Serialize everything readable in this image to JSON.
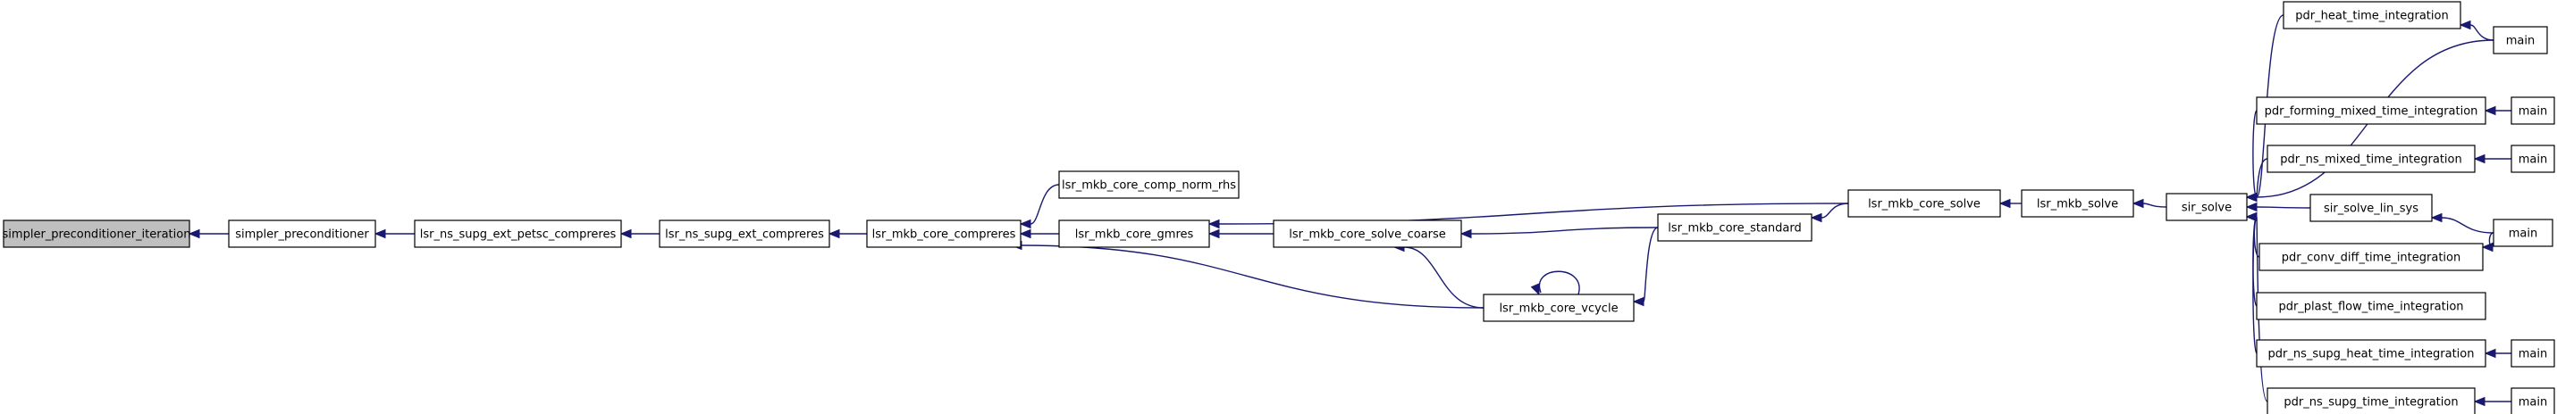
{
  "graph": {
    "nodes": [
      {
        "id": "spi",
        "label": "simpler_preconditioner_iteration",
        "root": true
      },
      {
        "id": "sp",
        "label": "simpler_preconditioner"
      },
      {
        "id": "lnsep",
        "label": "lsr_ns_supg_ext_petsc_compreres"
      },
      {
        "id": "lnse",
        "label": "lsr_ns_supg_ext_compreres"
      },
      {
        "id": "lmcc",
        "label": "lsr_mkb_core_compreres"
      },
      {
        "id": "lmcn",
        "label": "lsr_mkb_core_comp_norm_rhs"
      },
      {
        "id": "lmcg",
        "label": "lsr_mkb_core_gmres"
      },
      {
        "id": "lmcsc",
        "label": "lsr_mkb_core_solve_coarse"
      },
      {
        "id": "lmcv",
        "label": "lsr_mkb_core_vcycle"
      },
      {
        "id": "lmcst",
        "label": "lsr_mkb_core_standard"
      },
      {
        "id": "lmcso",
        "label": "lsr_mkb_core_solve"
      },
      {
        "id": "lms",
        "label": "lsr_mkb_solve"
      },
      {
        "id": "sirs",
        "label": "sir_solve"
      },
      {
        "id": "phti",
        "label": "pdr_heat_time_integration"
      },
      {
        "id": "pfmti",
        "label": "pdr_forming_mixed_time_integration"
      },
      {
        "id": "pnmti",
        "label": "pdr_ns_mixed_time_integration"
      },
      {
        "id": "ssls",
        "label": "sir_solve_lin_sys"
      },
      {
        "id": "pcdti",
        "label": "pdr_conv_diff_time_integration"
      },
      {
        "id": "pnshti",
        "label": "pdr_ns_supg_heat_time_integration"
      },
      {
        "id": "ppfti",
        "label": "pdr_plast_flow_time_integration"
      },
      {
        "id": "pnsti",
        "label": "pdr_ns_supg_time_integration"
      },
      {
        "id": "m1",
        "label": "main"
      },
      {
        "id": "m2",
        "label": "main"
      },
      {
        "id": "m3",
        "label": "main"
      },
      {
        "id": "m4",
        "label": "main"
      },
      {
        "id": "m5",
        "label": "main"
      },
      {
        "id": "m6",
        "label": "main"
      }
    ],
    "edges": [
      {
        "from": "sp",
        "to": "spi"
      },
      {
        "from": "lnsep",
        "to": "sp"
      },
      {
        "from": "lnse",
        "to": "lnsep"
      },
      {
        "from": "lmcc",
        "to": "lnse"
      },
      {
        "from": "lmcn",
        "to": "lmcc"
      },
      {
        "from": "lmcg",
        "to": "lmcc"
      },
      {
        "from": "lmcv",
        "to": "lmcc"
      },
      {
        "from": "lmcso",
        "to": "lmcg"
      },
      {
        "from": "lmcsc",
        "to": "lmcg"
      },
      {
        "from": "lmcst",
        "to": "lmcsc"
      },
      {
        "from": "lmcv",
        "to": "lmcsc"
      },
      {
        "from": "lmcv",
        "to": "lmcv"
      },
      {
        "from": "lmcst",
        "to": "lmcv"
      },
      {
        "from": "lmcso",
        "to": "lmcst"
      },
      {
        "from": "lms",
        "to": "lmcso"
      },
      {
        "from": "sirs",
        "to": "lms"
      },
      {
        "from": "phti",
        "to": "sirs"
      },
      {
        "from": "m1",
        "to": "sirs"
      },
      {
        "from": "pfmti",
        "to": "sirs"
      },
      {
        "from": "pnmti",
        "to": "sirs"
      },
      {
        "from": "ssls",
        "to": "sirs"
      },
      {
        "from": "pcdti",
        "to": "sirs"
      },
      {
        "from": "pnshti",
        "to": "sirs"
      },
      {
        "from": "ppfti",
        "to": "sirs"
      },
      {
        "from": "pnsti",
        "to": "sirs"
      },
      {
        "from": "m1",
        "to": "phti"
      },
      {
        "from": "m2",
        "to": "pfmti"
      },
      {
        "from": "m3",
        "to": "pnmti"
      },
      {
        "from": "m4",
        "to": "ssls"
      },
      {
        "from": "m4",
        "to": "pcdti"
      },
      {
        "from": "m5",
        "to": "pnshti"
      },
      {
        "from": "m6",
        "to": "pnsti"
      }
    ]
  },
  "colors": {
    "edge": "#191970",
    "root_fill": "#bfbfbf",
    "node_fill": "#ffffff",
    "node_stroke": "#000000"
  }
}
